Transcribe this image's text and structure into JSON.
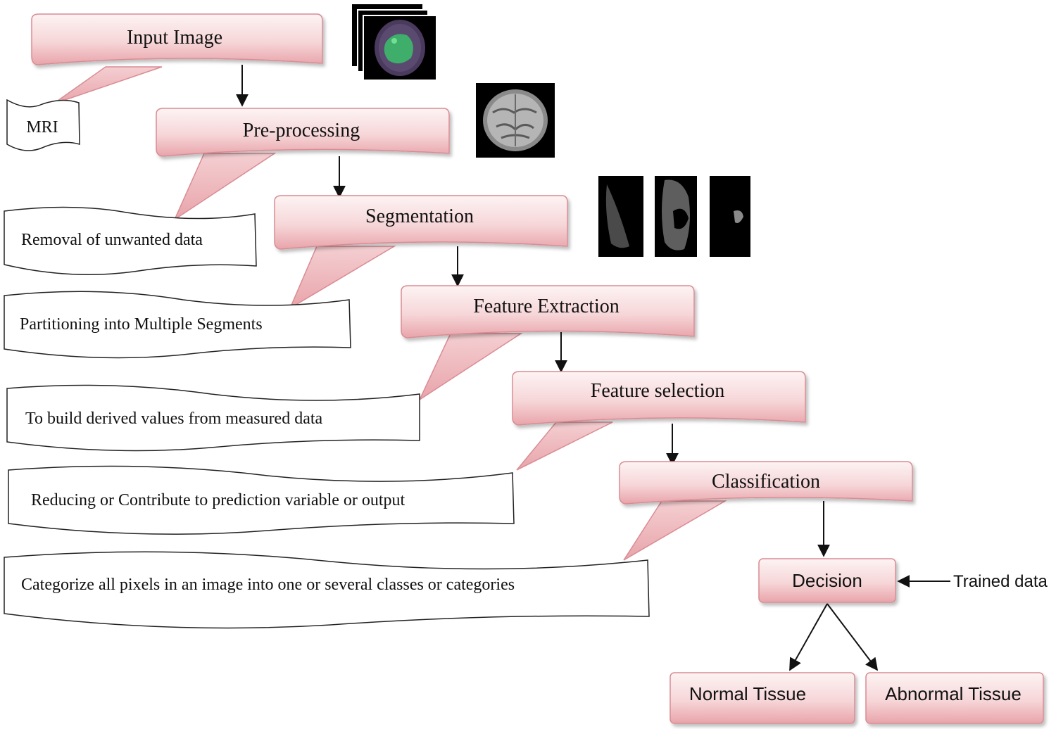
{
  "steps": [
    {
      "title": "Input Image",
      "note": "MRI"
    },
    {
      "title": "Pre-processing",
      "note": "Removal of unwanted data"
    },
    {
      "title": "Segmentation",
      "note": "Partitioning into Multiple  Segments"
    },
    {
      "title": "Feature Extraction",
      "note": "To build derived values  from measured  data"
    },
    {
      "title": "Feature selection",
      "note": "Reducing  or Contribute to prediction  variable or output"
    },
    {
      "title": "Classification",
      "note": "Categorize all pixels in an image into one or several  classes  or  categories"
    }
  ],
  "decision": {
    "label": "Decision",
    "input_label": "Trained data",
    "outcomes": [
      "Normal Tissue",
      "Abnormal Tissue"
    ]
  },
  "colors": {
    "callout_fill_top": "#fbe9ea",
    "callout_fill_bottom": "#e9a8ad",
    "callout_stroke": "#d98c93",
    "banner_stroke": "#222222",
    "arrow": "#111111"
  },
  "images": [
    "mri-stack-thumbnail",
    "preprocessed-mri-thumbnail",
    "segmented-mri-thumbnails"
  ]
}
